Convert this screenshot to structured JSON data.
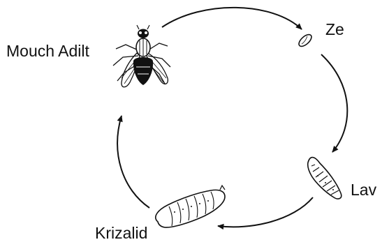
{
  "diagram": {
    "stages": [
      {
        "id": "egg",
        "label": "Ze",
        "icon": "egg-icon"
      },
      {
        "id": "larva",
        "label": "Lav",
        "icon": "larva-icon"
      },
      {
        "id": "pupa",
        "label": "Krizalid",
        "icon": "pupa-icon"
      },
      {
        "id": "adult",
        "label": "Mouch Adilt",
        "icon": "fly-icon"
      }
    ],
    "cycle_order": [
      "adult",
      "egg",
      "larva",
      "pupa",
      "adult"
    ],
    "colors": {
      "ink": "#111111",
      "background": "#ffffff"
    }
  }
}
